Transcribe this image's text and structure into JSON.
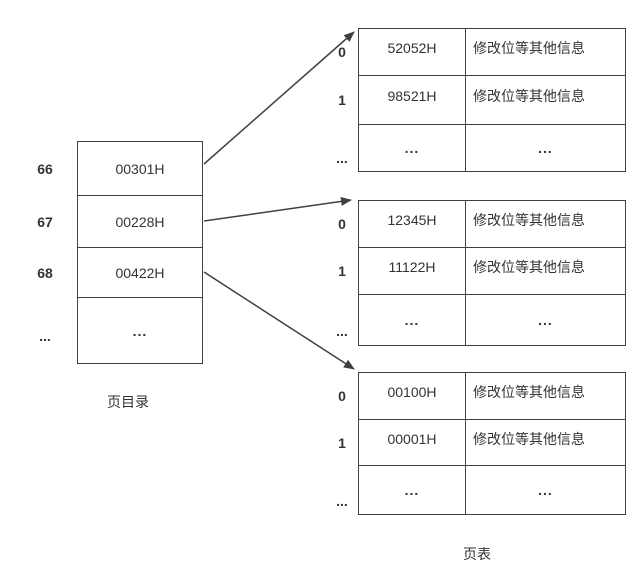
{
  "directory": {
    "caption": "页目录",
    "rows": [
      {
        "index": "66",
        "value": "00301H"
      },
      {
        "index": "67",
        "value": "00228H"
      },
      {
        "index": "68",
        "value": "00422H"
      },
      {
        "index": "...",
        "value": "..."
      }
    ]
  },
  "page_tables": {
    "caption": "页表",
    "tables": [
      {
        "rows": [
          {
            "index": "0",
            "frame": "52052H",
            "info": "修改位等其他信息"
          },
          {
            "index": "1",
            "frame": "98521H",
            "info": "修改位等其他信息"
          },
          {
            "index": "...",
            "frame": "...",
            "info": "..."
          }
        ]
      },
      {
        "rows": [
          {
            "index": "0",
            "frame": "12345H",
            "info": "修改位等其他信息"
          },
          {
            "index": "1",
            "frame": "11122H",
            "info": "修改位等其他信息"
          },
          {
            "index": "...",
            "frame": "...",
            "info": "..."
          }
        ]
      },
      {
        "rows": [
          {
            "index": "0",
            "frame": "00100H",
            "info": "修改位等其他信息"
          },
          {
            "index": "1",
            "frame": "00001H",
            "info": "修改位等其他信息"
          },
          {
            "index": "...",
            "frame": "...",
            "info": "..."
          }
        ]
      }
    ]
  },
  "colors": {
    "line": "#404040",
    "text": "#333333",
    "background": "#ffffff"
  }
}
